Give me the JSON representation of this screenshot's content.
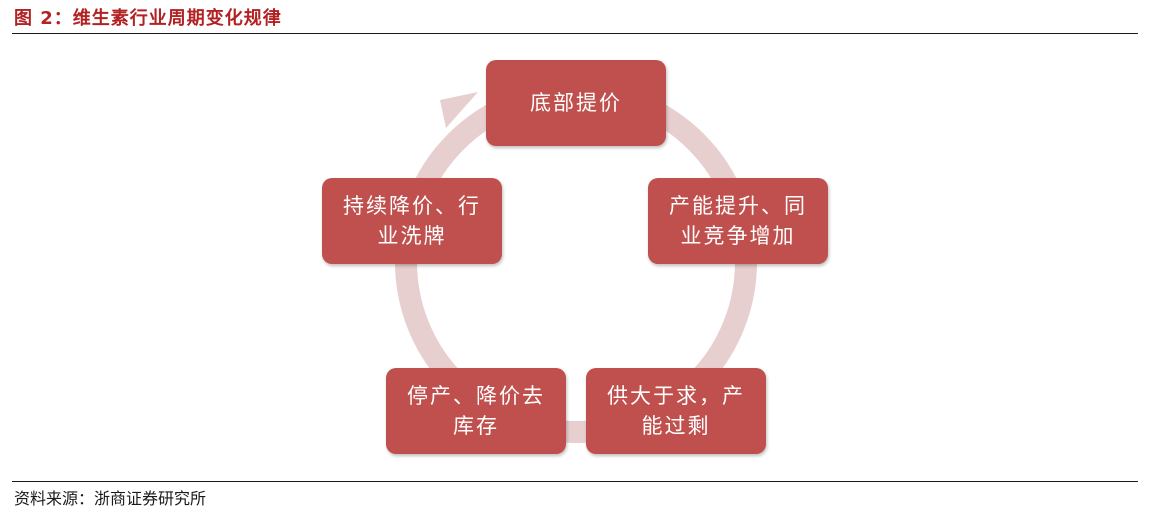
{
  "figure": {
    "title": "图 2：维生素行业周期变化规律",
    "source": "资料来源：浙商证券研究所"
  },
  "colors": {
    "title": "#b22222",
    "node_fill": "#c0504d",
    "node_text": "#ffffff",
    "cycle_ring": "#e8cfcf"
  },
  "cycle": {
    "nodes": [
      {
        "id": "bottom-price-up",
        "lines": [
          "底部提价"
        ]
      },
      {
        "id": "capacity-up",
        "lines": [
          "产能提升、同",
          "业竞争增加"
        ]
      },
      {
        "id": "oversupply",
        "lines": [
          "供大于求，产",
          "能过剩"
        ]
      },
      {
        "id": "destock",
        "lines": [
          "停产、降价去",
          "库存"
        ]
      },
      {
        "id": "reshuffle",
        "lines": [
          "持续降价、行",
          "业洗牌"
        ]
      }
    ]
  }
}
